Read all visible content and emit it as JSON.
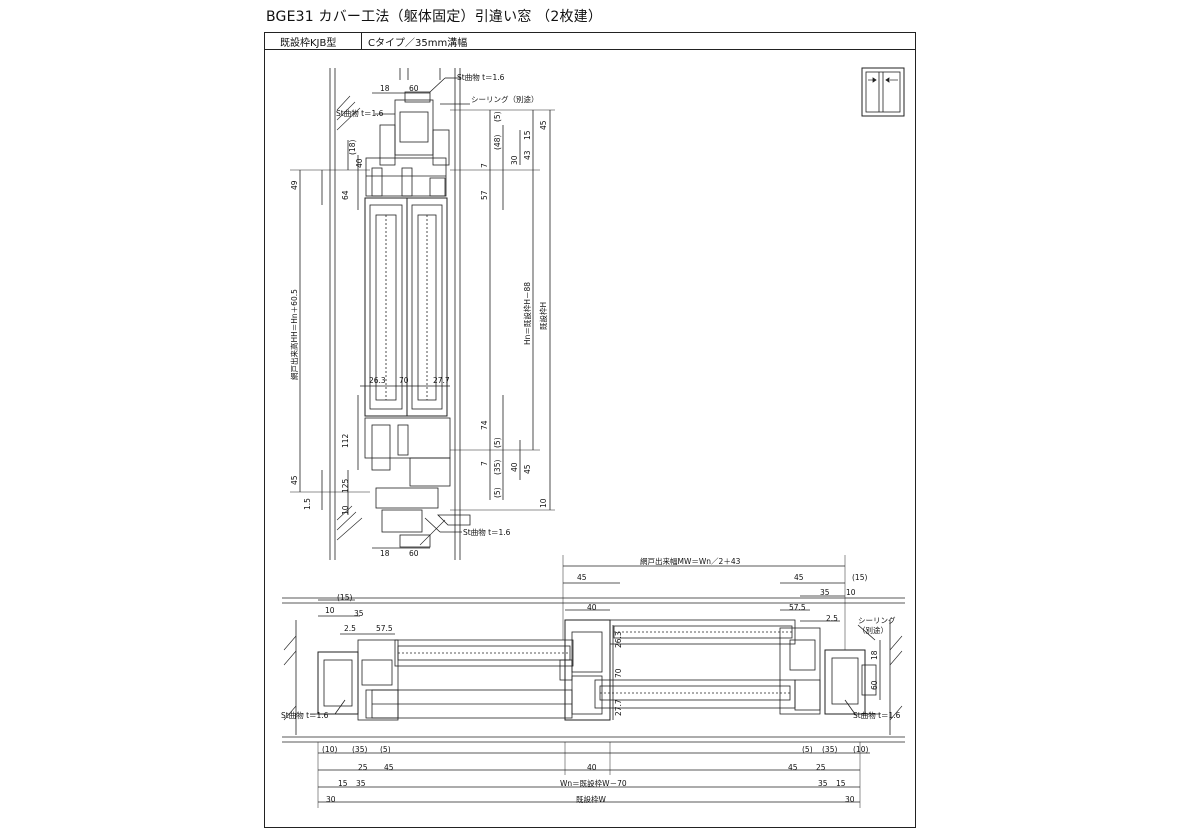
{
  "title": "BGE31 カバー工法（躯体固定）引違い窓 （2枚建）",
  "header": {
    "frame_type": "既設枠KJB型",
    "c_type": "Cタイプ／35mm溝幅"
  },
  "vertical_section": {
    "callouts": {
      "st_top_right": "St曲物 t＝1.6",
      "st_top_left": "St曲物 t＝1.6",
      "sealing_top": "シーリング（別途）",
      "st_bottom": "St曲物 t＝1.6"
    },
    "dims": {
      "top_18": "18",
      "top_60": "60",
      "bottom_18": "18",
      "bottom_60": "60",
      "d45_top": "45",
      "d15": "15",
      "d43": "43",
      "d5a": "(5)",
      "d48": "(48)",
      "d7a": "7",
      "d30": "30",
      "d57": "57",
      "d18p": "(18)",
      "d40a": "40",
      "d64": "64",
      "d49": "49",
      "hn_total": "網戸出来高HH＝Hn＋60.5",
      "hn_inner": "Hn＝既設枠H－88",
      "existing_h": "既設枠H",
      "d263": "26.3",
      "d70": "70",
      "d277": "27.7",
      "d112": "112",
      "d74": "74",
      "d5b": "(5)",
      "d7b": "7",
      "d35p": "(35)",
      "d40b": "40",
      "d45b": "45",
      "d125": "125",
      "d45c": "45",
      "d15b": "1.5",
      "d10a": "10",
      "d5c": "(5)",
      "d10b": "10"
    }
  },
  "horizontal_section": {
    "callouts": {
      "st_left": "St曲物 t＝1.6",
      "st_right": "St曲物 t＝1.6",
      "sealing_right": "シーリング",
      "sealing_right2": "（別途）"
    },
    "dims": {
      "screen_w": "網戸出来幅MW＝Wn／2＋43",
      "t45l": "45",
      "t45r": "45",
      "t15p_r": "(15)",
      "t35r": "35",
      "t10r": "10",
      "t10l": "10",
      "t15p_l": "(15)",
      "t35l": "35",
      "t40": "40",
      "t575r": "57.5",
      "t25r": "2.5",
      "t25l": "2.5",
      "t575l": "57.5",
      "t263": "26.3",
      "t70": "70",
      "t277": "27.7",
      "r18": "18",
      "r60": "60",
      "b10l": "(10)",
      "b35l": "(35)",
      "b5l": "(5)",
      "b40": "40",
      "b5r": "(5)",
      "b35r": "(35)",
      "b10r": "(10)",
      "b25l": "25",
      "b45l": "45",
      "b45r": "45",
      "b25r": "25",
      "b15l": "15",
      "b35bl": "35",
      "wn": "Wn＝既設枠W－70",
      "b35br": "35",
      "b15r": "15",
      "b30l": "30",
      "existing_w": "既設枠W",
      "b30r": "30"
    }
  }
}
